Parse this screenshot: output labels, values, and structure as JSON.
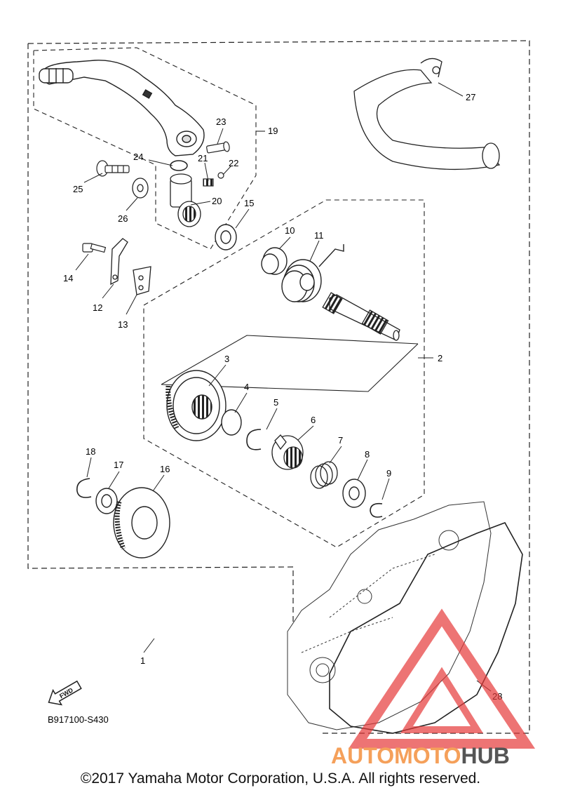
{
  "diagram": {
    "code": "B917100-S430",
    "fwd_label": "FWD",
    "callouts": [
      "1",
      "2",
      "3",
      "4",
      "5",
      "6",
      "7",
      "8",
      "9",
      "10",
      "11",
      "12",
      "13",
      "14",
      "15",
      "16",
      "17",
      "18",
      "19",
      "20",
      "21",
      "22",
      "23",
      "24",
      "25",
      "26",
      "27",
      "28"
    ]
  },
  "watermark": {
    "brand_part1": "AUTOMOTO",
    "brand_part2": "HUB",
    "color_part1": "#f5a05a",
    "color_part2": "#555555",
    "triangle_color": "#e63a3a"
  },
  "footer": {
    "copyright": "©2017 Yamaha Motor Corporation, U.S.A. All rights reserved."
  }
}
